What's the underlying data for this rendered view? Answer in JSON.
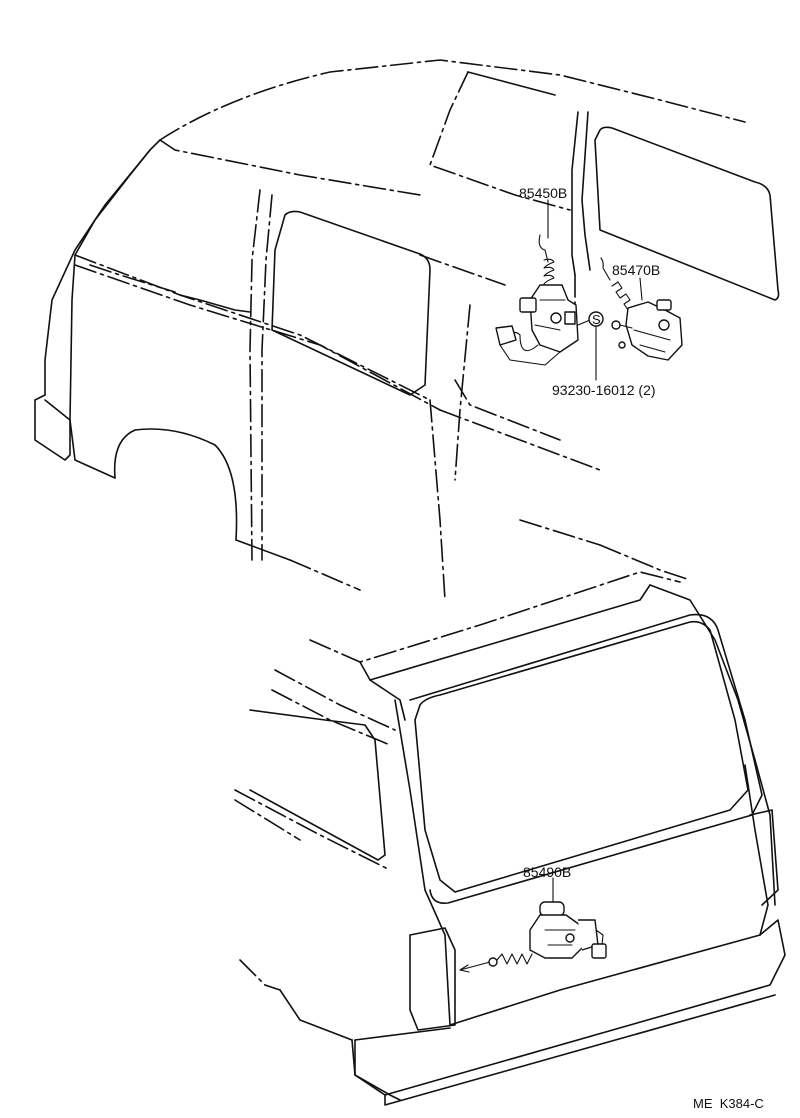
{
  "parts": [
    {
      "id": "p1",
      "number": "85450B"
    },
    {
      "id": "p2",
      "number": "85470B"
    },
    {
      "id": "p3",
      "number": "93230-16012 (2)"
    },
    {
      "id": "p4",
      "number": "85490B"
    }
  ],
  "screw_symbol": "S",
  "drawing_code": "ME  K384-C"
}
